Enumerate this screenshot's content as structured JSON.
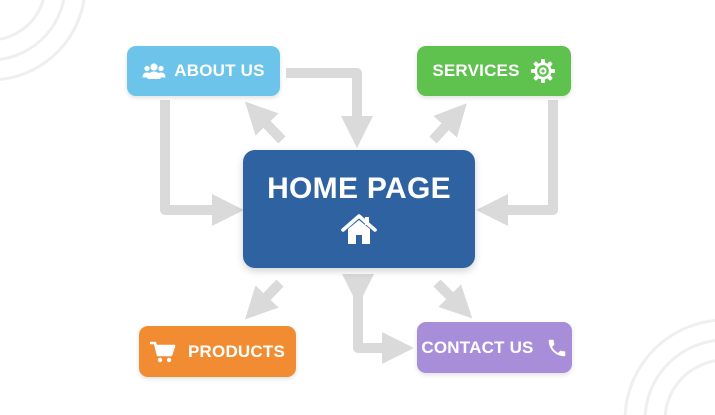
{
  "colors": {
    "home": "#2F62A1",
    "about": "#6CC4EA",
    "services": "#5FC24F",
    "products": "#F28C32",
    "contact": "#A88ED9",
    "arrow": "#DADADA",
    "decor": "#EFEFEF"
  },
  "nodes": {
    "home": {
      "label": "HOME PAGE",
      "icon": "house-icon"
    },
    "about": {
      "label": "ABOUT US",
      "icon": "users-icon"
    },
    "services": {
      "label": "SERVICES",
      "icon": "gear-icon"
    },
    "products": {
      "label": "PRODUCTS",
      "icon": "cart-icon"
    },
    "contact": {
      "label": "CONTACT US",
      "icon": "phone-icon"
    }
  }
}
